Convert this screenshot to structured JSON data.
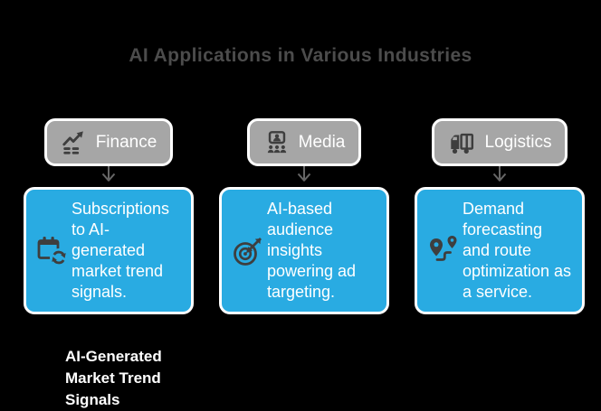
{
  "title": {
    "text": "AI Applications in Various Industries"
  },
  "colors": {
    "background": "#000000",
    "title": "#4c4c4c",
    "header-bg": "#a6a6a6",
    "card-bg": "#29abe2",
    "box-border": "#ffffff",
    "icon-dark": "#3e3e3e",
    "arrow": "#666666",
    "text-light": "#ffffff"
  },
  "columns": [
    {
      "industry": "Finance",
      "industry_icon": "trend-chart-icon",
      "application": "Subscriptions to AI-generated market trend signals.",
      "application_icon": "calendar-sync-icon"
    },
    {
      "industry": "Media",
      "industry_icon": "audience-screen-icon",
      "application": "AI-based audience insights powering ad targeting.",
      "application_icon": "target-arrow-icon"
    },
    {
      "industry": "Logistics",
      "industry_icon": "delivery-truck-icon",
      "application": "Demand forecasting and route optimization as a service.",
      "application_icon": "route-pins-icon"
    }
  ],
  "footer": {
    "caption": "AI-Generated Market Trend Signals"
  }
}
